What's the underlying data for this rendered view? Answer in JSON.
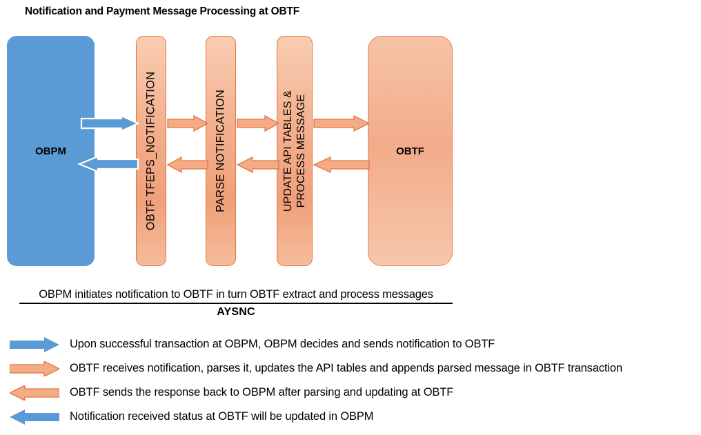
{
  "title": "Notification and Payment Message Processing at OBTF",
  "colors": {
    "blue": "#5B9BD5",
    "blue_outline": "#FFFFFF",
    "orange_fill": "#F4AC87",
    "orange_outline": "#E2733F",
    "text": "#000000"
  },
  "diagram": {
    "nodes": [
      {
        "id": "obpm",
        "label": "OBPM",
        "kind": "endpoint-blue"
      },
      {
        "id": "obtf_tfeps_notification",
        "label": "OBTF TFEPS_NOTIFICATION",
        "kind": "process-lane"
      },
      {
        "id": "parse_notification",
        "label": "PARSE NOTIFICATION",
        "kind": "process-lane"
      },
      {
        "id": "update_api_tables",
        "label_line1": "UPDATE API TABLES &",
        "label_line2": "PROCESS MESSAGE",
        "kind": "process-lane"
      },
      {
        "id": "obtf",
        "label": "OBTF",
        "kind": "endpoint-orange"
      }
    ],
    "flows": [
      {
        "id": "obpm-to-notification",
        "direction": "right",
        "color": "blue"
      },
      {
        "id": "notification-to-parse",
        "direction": "right",
        "color": "orange"
      },
      {
        "id": "parse-to-update",
        "direction": "right",
        "color": "orange"
      },
      {
        "id": "update-to-obtf",
        "direction": "right",
        "color": "orange"
      },
      {
        "id": "notification-to-obpm",
        "direction": "left",
        "color": "blue"
      },
      {
        "id": "parse-to-notification",
        "direction": "left",
        "color": "orange"
      },
      {
        "id": "update-to-parse",
        "direction": "left",
        "color": "orange"
      },
      {
        "id": "obtf-to-update",
        "direction": "left",
        "color": "orange"
      }
    ]
  },
  "caption": {
    "line": "OBPM initiates notification to OBTF in turn OBTF extract and process messages",
    "mode": "AYSNC"
  },
  "legend": {
    "rows": [
      {
        "arrow_color": "blue",
        "arrow_direction": "right",
        "arrow_outlined": false,
        "text": "Upon successful transaction at OBPM, OBPM decides and sends notification to OBTF"
      },
      {
        "arrow_color": "orange",
        "arrow_direction": "right",
        "arrow_outlined": true,
        "text": "OBTF receives notification, parses it, updates the API tables and appends parsed message in OBTF transaction"
      },
      {
        "arrow_color": "orange",
        "arrow_direction": "left",
        "arrow_outlined": true,
        "text": "OBTF sends the response back to OBPM after parsing and updating at OBTF"
      },
      {
        "arrow_color": "blue",
        "arrow_direction": "left",
        "arrow_outlined": false,
        "text": "Notification received status at OBTF will be updated in OBPM"
      }
    ]
  }
}
